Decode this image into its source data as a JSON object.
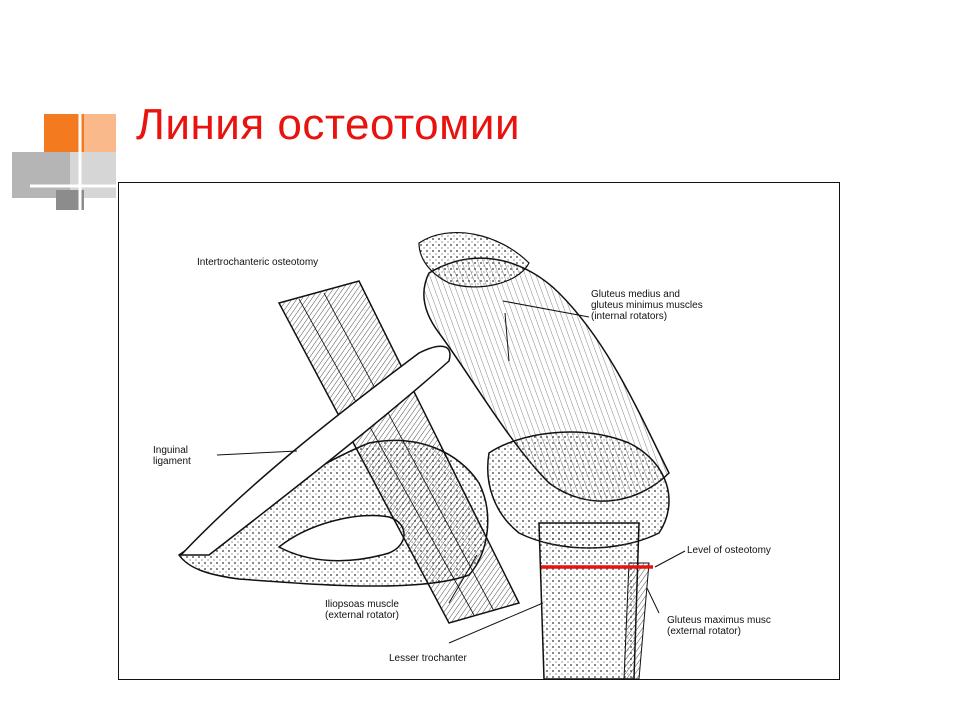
{
  "slide": {
    "title": "Линия остеотомии"
  },
  "diagram": {
    "labels": {
      "intertrochanteric": "Intertrochanteric osteotomy",
      "gluteus_medius_line1": "Gluteus medius and",
      "gluteus_medius_line2": "gluteus minimus muscles",
      "gluteus_medius_line3": "(internal rotators)",
      "inguinal_line1": "Inguinal",
      "inguinal_line2": "ligament",
      "level_of_osteotomy": "Level of osteotomy",
      "iliopsoas_line1": "Iliopsoas muscle",
      "iliopsoas_line2": "(external rotator)",
      "gluteus_maximus_line1": "Gluteus maximus musc",
      "gluteus_maximus_line2": "(external rotator)",
      "lesser_trochanter": "Lesser trochanter"
    },
    "colors": {
      "osteotomy_line": "#e8130f",
      "title": "#e8130f",
      "accent_orange": "#f47a20",
      "accent_gray": "#a6a6a6"
    }
  }
}
